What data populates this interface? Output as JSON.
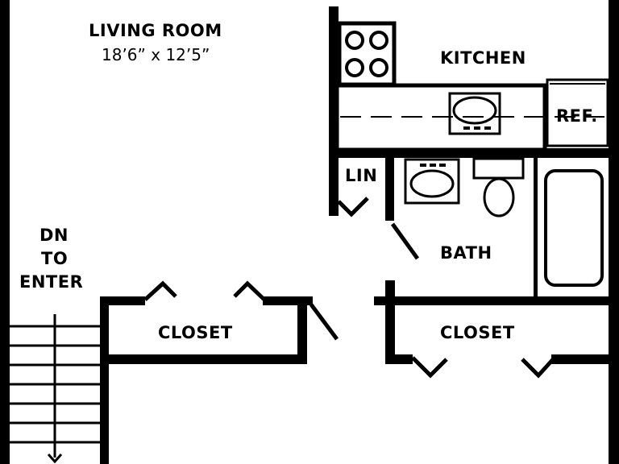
{
  "rooms": {
    "living_room": {
      "name": "LIVING ROOM",
      "dimensions": "18’6” x 12’5”"
    },
    "kitchen": {
      "name": "KITCHEN"
    },
    "refrigerator": {
      "name": "REF."
    },
    "linen": {
      "name": "LIN"
    },
    "bath": {
      "name": "BATH"
    },
    "closet_left": {
      "name": "CLOSET"
    },
    "closet_right": {
      "name": "CLOSET"
    },
    "entry": {
      "line1": "DN",
      "line2": "TO",
      "line3": "ENTER"
    }
  },
  "colors": {
    "wall": "#000000",
    "background": "#ffffff"
  }
}
